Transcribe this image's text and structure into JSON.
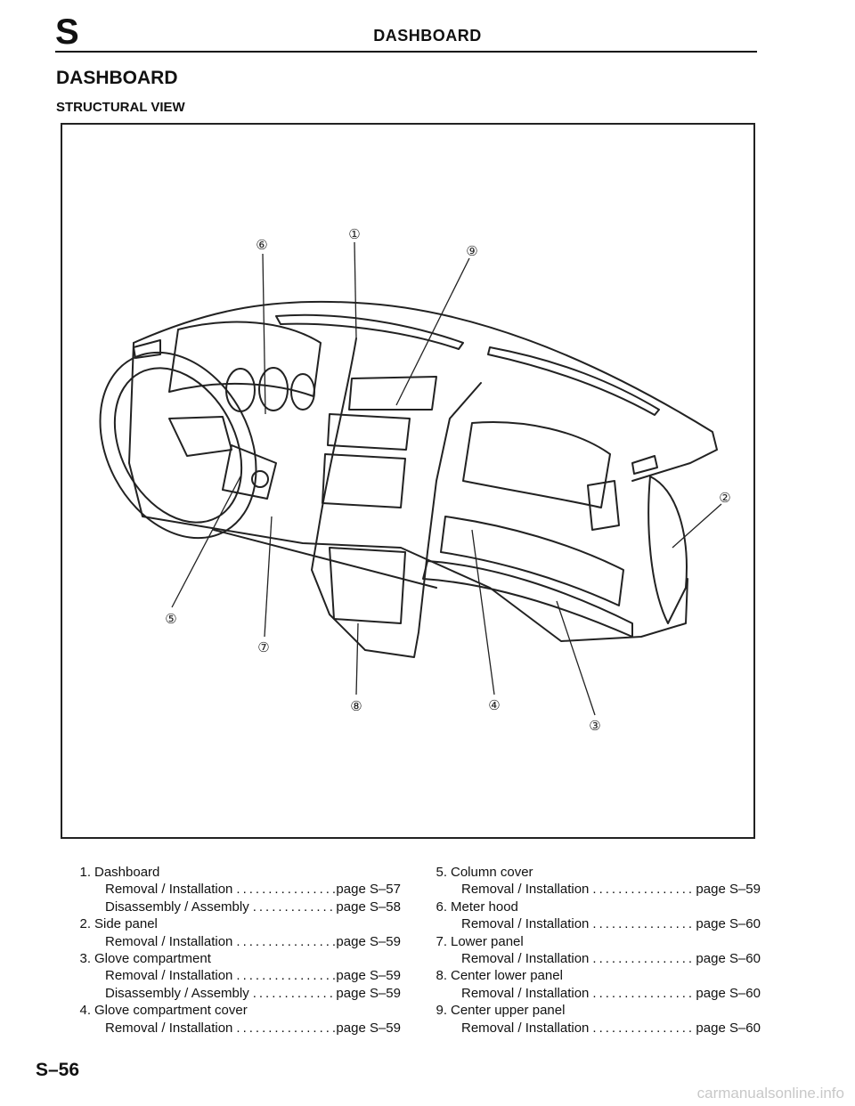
{
  "header": {
    "letter": "S",
    "title": "DASHBOARD"
  },
  "section_title": "DASHBOARD",
  "subsection_title": "STRUCTURAL VIEW",
  "figure": {
    "callouts": [
      "①",
      "②",
      "③",
      "④",
      "⑤",
      "⑥",
      "⑦",
      "⑧",
      "⑨"
    ]
  },
  "legend": {
    "left": [
      {
        "num": "1.",
        "name": "Dashboard",
        "subs": [
          {
            "label": "Removal / Installation",
            "page": "page S–57"
          },
          {
            "label": "Disassembly / Assembly",
            "page": "page S–58"
          }
        ]
      },
      {
        "num": "2.",
        "name": "Side panel",
        "subs": [
          {
            "label": "Removal / Installation",
            "page": "page S–59"
          }
        ]
      },
      {
        "num": "3.",
        "name": "Glove compartment",
        "subs": [
          {
            "label": "Removal / Installation",
            "page": "page S–59"
          },
          {
            "label": "Disassembly / Assembly",
            "page": "page S–59"
          }
        ]
      },
      {
        "num": "4.",
        "name": "Glove compartment cover",
        "subs": [
          {
            "label": "Removal / Installation",
            "page": "page S–59"
          }
        ]
      }
    ],
    "right": [
      {
        "num": "5.",
        "name": "Column cover",
        "subs": [
          {
            "label": "Removal / Installation",
            "page": "page S–59"
          }
        ]
      },
      {
        "num": "6.",
        "name": "Meter hood",
        "subs": [
          {
            "label": "Removal / Installation",
            "page": "page S–60"
          }
        ]
      },
      {
        "num": "7.",
        "name": "Lower panel",
        "subs": [
          {
            "label": "Removal / Installation",
            "page": "page S–60"
          }
        ]
      },
      {
        "num": "8.",
        "name": "Center lower panel",
        "subs": [
          {
            "label": "Removal / Installation",
            "page": "page S–60"
          }
        ]
      },
      {
        "num": "9.",
        "name": "Center upper panel",
        "subs": [
          {
            "label": "Removal / Installation",
            "page": "page S–60"
          }
        ]
      }
    ]
  },
  "page_number": "S–56",
  "watermark": "carmanualsonline.info"
}
